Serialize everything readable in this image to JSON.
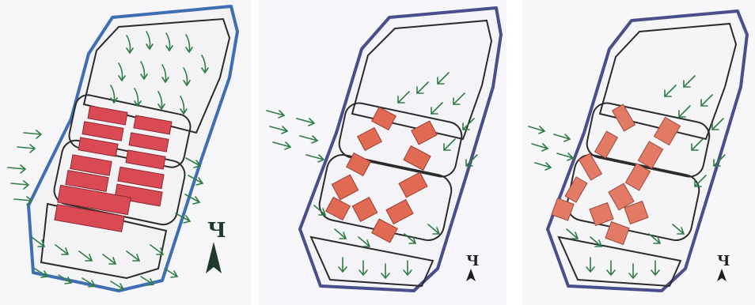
{
  "panels": [
    {
      "north_label": "Ч",
      "colors": {
        "paper": "#f6f6f8",
        "outline": "#3f6fb2",
        "ink": "#2b2b2b",
        "block": "#d94a55",
        "arrow": "#2f7d44"
      }
    },
    {
      "north_label": "Ч",
      "colors": {
        "paper": "#f7f7fb",
        "outline": "#4a4f8c",
        "ink": "#2b2b2b",
        "block": "#e06a54",
        "arrow": "#2f7d44"
      }
    },
    {
      "north_label": "Ч",
      "colors": {
        "paper": "#f7f7f9",
        "outline": "#4a4f8c",
        "ink": "#2b2b2b",
        "block": "#e27a66",
        "arrow": "#2f7d44"
      }
    }
  ]
}
